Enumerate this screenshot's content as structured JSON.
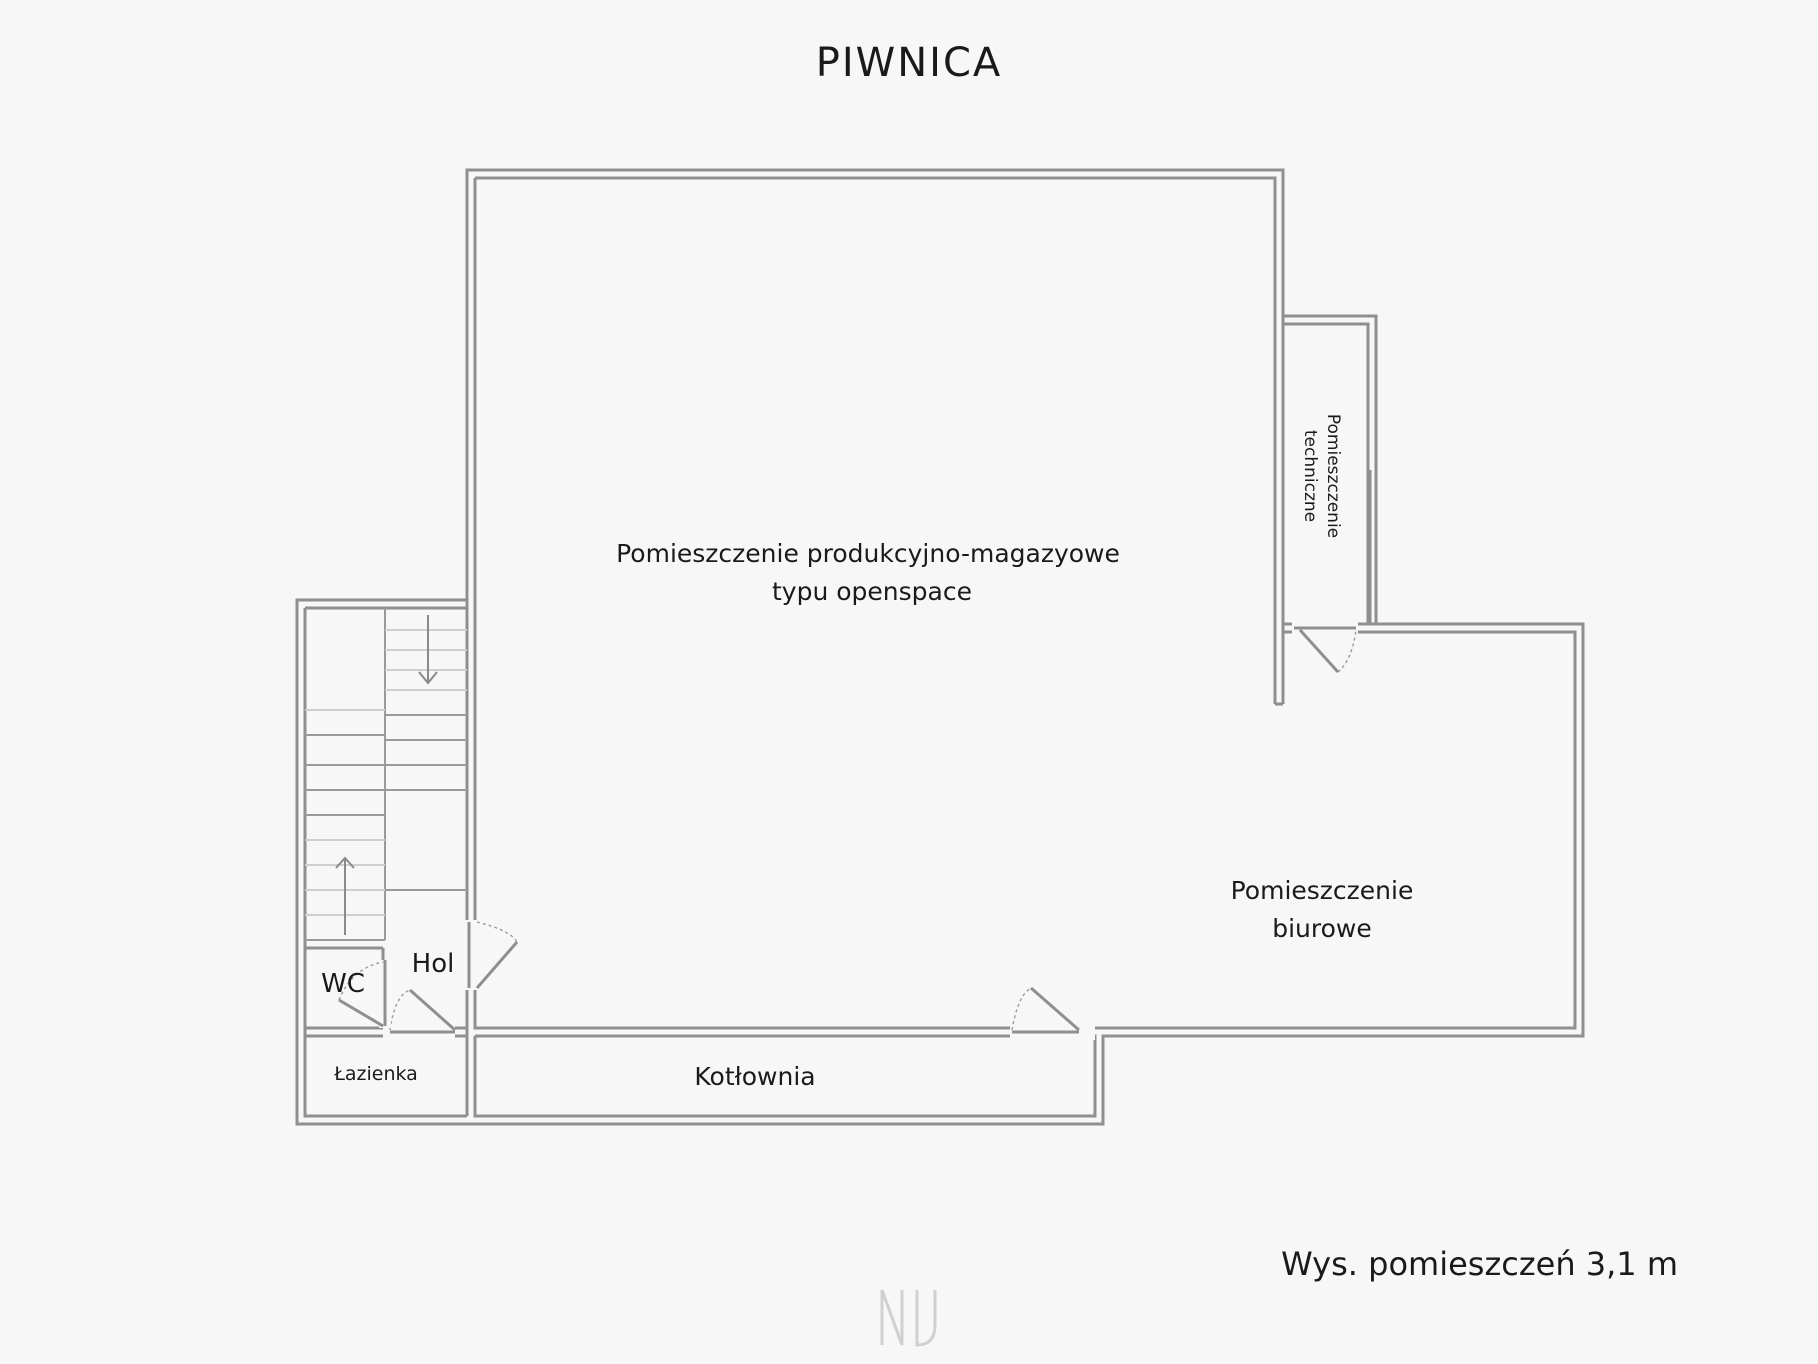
{
  "title": "PIWNICA",
  "rooms": {
    "openspace": [
      "Pomieszczenie produkcyjno-magazyowe",
      "typu openspace"
    ],
    "technical": [
      "Pomieszczenie",
      "techniczne"
    ],
    "office": [
      "Pomieszczenie",
      "biurowe"
    ],
    "boiler": "Kotłownia",
    "hall": "Hol",
    "wc": "WC",
    "bathroom": "Łazienka"
  },
  "footer_note": "Wys. pomieszczeń 3,1 m"
}
